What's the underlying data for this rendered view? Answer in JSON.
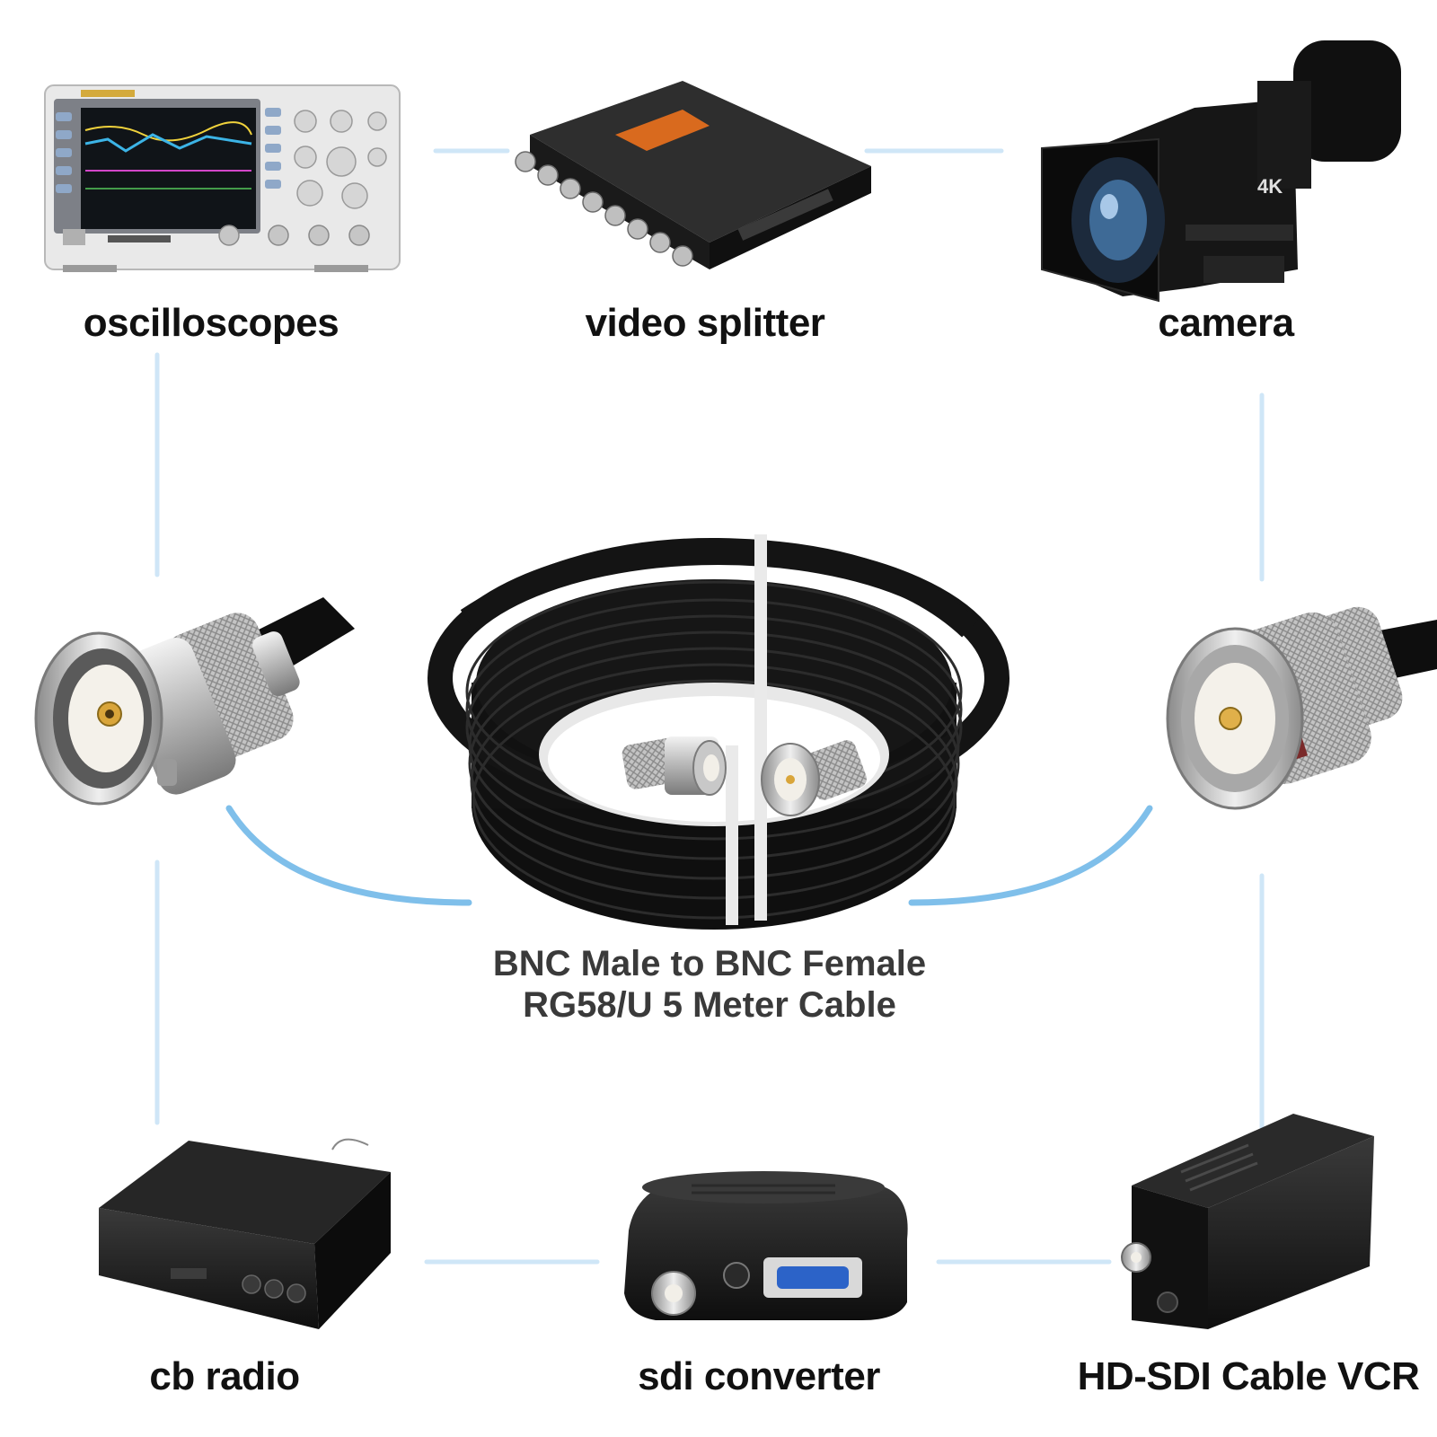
{
  "devices": {
    "oscilloscopes": "oscilloscopes",
    "video_splitter": "video splitter",
    "camera": "camera",
    "cb_radio": "cb radio",
    "sdi_converter": "sdi converter",
    "hd_sdi": "HD-SDI Cable VCR"
  },
  "caption": {
    "line1": "BNC Male to BNC Female",
    "line2": "RG58/U 5 Meter Cable"
  },
  "camera_badge": "4K",
  "colors": {
    "connector_lines": "#cfe6f7",
    "arc_lines": "#7fbfea",
    "cable": "#141414",
    "metal": "#c7c7c7"
  }
}
